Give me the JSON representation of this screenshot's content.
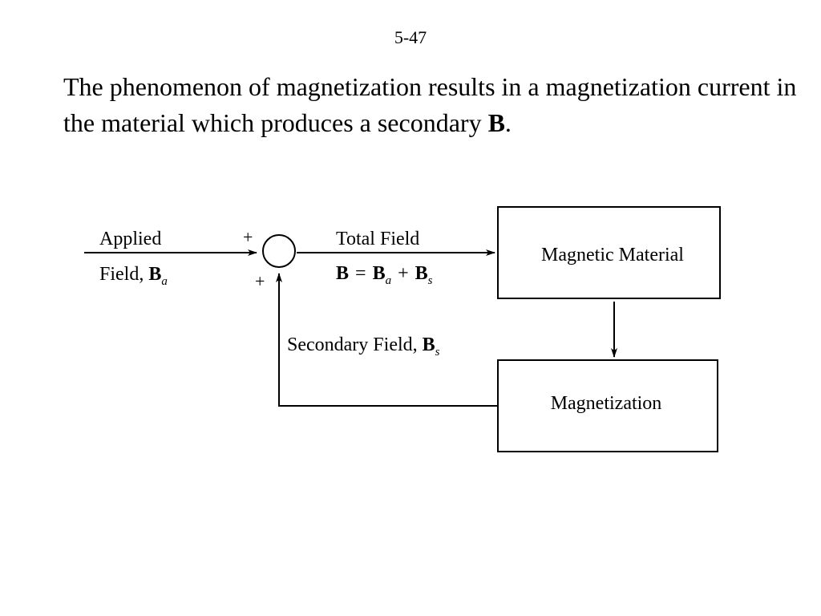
{
  "page_number": "5-47",
  "caption": {
    "text": "The phenomenon of magnetization results in a magnetization current in the material which produces a secondary ",
    "bold": "B",
    "end": "."
  },
  "diagram": {
    "applied_label": "Applied",
    "field_label": "Field,",
    "b_symbol": "B",
    "sub_a": "a",
    "sub_s": "s",
    "plus_top": "+",
    "plus_bottom": "+",
    "total_field_label": "Total Field",
    "equals_sign": "=",
    "plus_sign": "+",
    "magnetic_material": "Magnetic Material",
    "magnetization": "Magnetization",
    "secondary_field_label": "Secondary Field,"
  }
}
